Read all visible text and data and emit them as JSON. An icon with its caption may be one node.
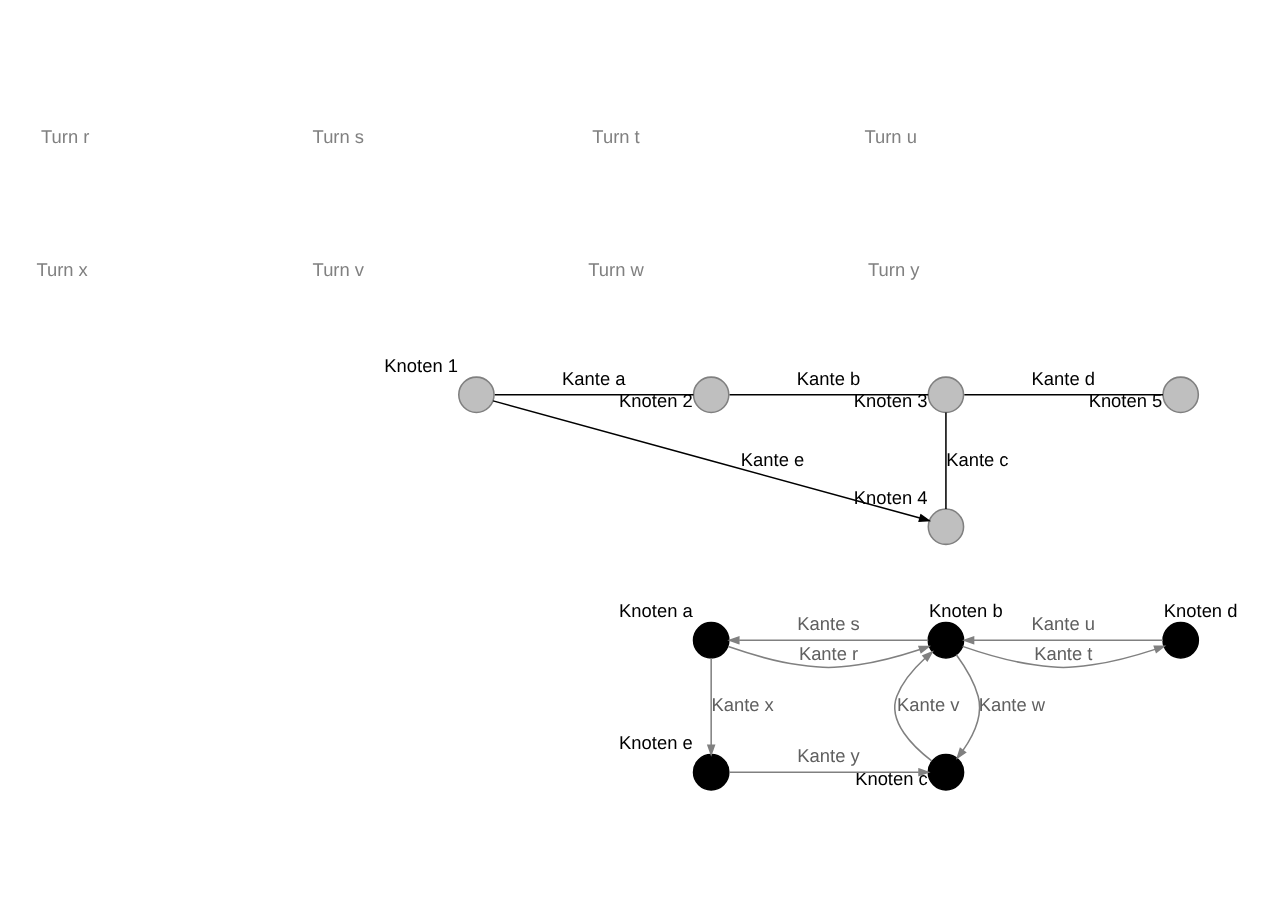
{
  "diagram": {
    "nodes": [
      {
        "text": [
          "Knoten 1"
        ]
      },
      {
        "text": [
          "Knoten 2"
        ]
      },
      {
        "text": [
          "Knoten 3"
        ]
      },
      {
        "text": [
          "Knoten 4"
        ]
      },
      {
        "text": [
          "Knoten 5"
        ]
      },
      {
        "text": [
          "Knoten a"
        ]
      },
      {
        "text": [
          "Knoten b"
        ]
      },
      {
        "text": [
          "Knoten d"
        ]
      },
      {
        "text": [
          "Knoten e"
        ]
      },
      {
        "text": [
          "Knoten c"
        ]
      }
    ],
    "edges": [
      {
        "from": 0,
        "to": 1,
        "arrow": "none",
        "label": "Kante a",
        "color": "#000000"
      },
      {
        "from": 1,
        "to": 2,
        "arrow": "none",
        "label": "Kante b",
        "color": "#000000"
      },
      {
        "from": 2,
        "to": 4,
        "arrow": "none",
        "label": "Kante d",
        "color": "#000000"
      },
      {
        "from": 2,
        "to": 3,
        "arrow": "none",
        "label": "Kante c",
        "color": "#000000"
      },
      {
        "from": 0,
        "to": 3,
        "arrow": "to",
        "label": "Kante e",
        "color": "#000000"
      },
      {
        "from": 5,
        "to": 6,
        "arrow": "to",
        "label": "Kante r"
      },
      {
        "from": 6,
        "to": 5,
        "arrow": "to",
        "label": "Kante s"
      },
      {
        "from": 6,
        "to": 7,
        "arrow": "to",
        "label": "Kante t"
      },
      {
        "from": 7,
        "to": 6,
        "arrow": "to",
        "label": "Kante u"
      },
      {
        "from": 5,
        "to": 8,
        "arrow": "to",
        "label": "Kante x"
      },
      {
        "from": 9,
        "to": 6,
        "arrow": "to",
        "label": "Kante v"
      },
      {
        "from": 6,
        "to": 9,
        "arrow": "to",
        "label": "Kante w"
      },
      {
        "from": 8,
        "to": 9,
        "arrow": "to",
        "label": "Kante y"
      }
    ],
    "labels": [
      "Turn r",
      "Turn s",
      "Turn t",
      "Turn u",
      "Turn x",
      "Turn v",
      "Turn w",
      "Turn y"
    ]
  }
}
